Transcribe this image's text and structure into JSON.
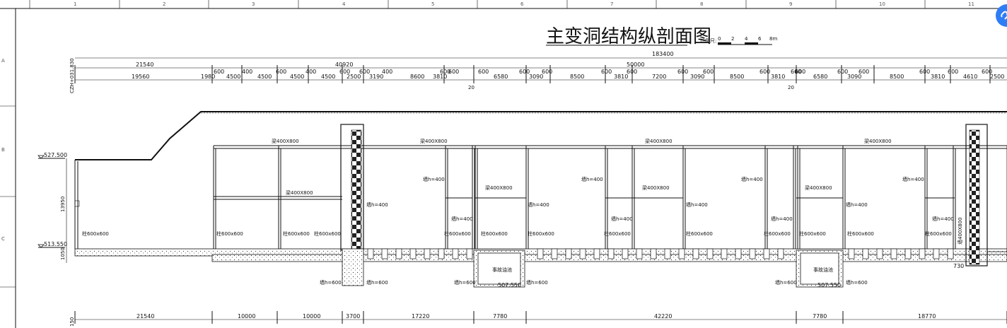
{
  "drawing": {
    "title": "主变洞结构纵剖面图",
    "scale_label": "比例尺:",
    "scale_ticks": [
      "0",
      "2",
      "4",
      "6",
      "8m"
    ]
  },
  "border_zones": {
    "top": [
      "1",
      "2",
      "3",
      "4",
      "5",
      "6",
      "7",
      "8",
      "9",
      "10",
      "11"
    ],
    "left": [
      "A",
      "B",
      "C"
    ]
  },
  "dimensions": {
    "overall": "183400",
    "row2": [
      "21540",
      "40920",
      "50000"
    ],
    "left_vertical": "CZH+031.830",
    "row3": [
      "19560",
      "1980",
      "600",
      "4500",
      "400",
      "4500",
      "600",
      "4500",
      "400",
      "4500",
      "600",
      "2500",
      "600",
      "3190",
      "400",
      "8600",
      "600",
      "3810",
      "600",
      "600",
      "6580",
      "600",
      "3090",
      "600",
      "8500",
      "600",
      "3810",
      "600",
      "7200",
      "600",
      "3090",
      "600",
      "8500",
      "600",
      "3810",
      "600",
      "600",
      "6580",
      "600",
      "3090",
      "600",
      "8500",
      "600",
      "3810",
      "600",
      "4610",
      "600",
      "2500"
    ],
    "joint_marks": [
      "20",
      "20"
    ],
    "bottom": [
      "21540",
      "10000",
      "10000",
      "3700",
      "17220",
      "7780",
      "42220",
      "7780",
      "18770"
    ],
    "height_main": "13950",
    "height_base": "1050",
    "bottom_left": "150"
  },
  "levels": {
    "upper": "527.500",
    "lower": "513.550",
    "pit": "507.550",
    "right": "730"
  },
  "labels": {
    "beam_400x800": "梁400X800",
    "wall_h400": "墙h=400",
    "wall_h600": "墙h=600",
    "column_600x600": "柱600x600",
    "oil_pit": "事故油池",
    "wall_400x800_vertical": "墙400X800"
  },
  "toolbar": {
    "fab_icon": "link-icon",
    "accent": "#2f7df6"
  }
}
